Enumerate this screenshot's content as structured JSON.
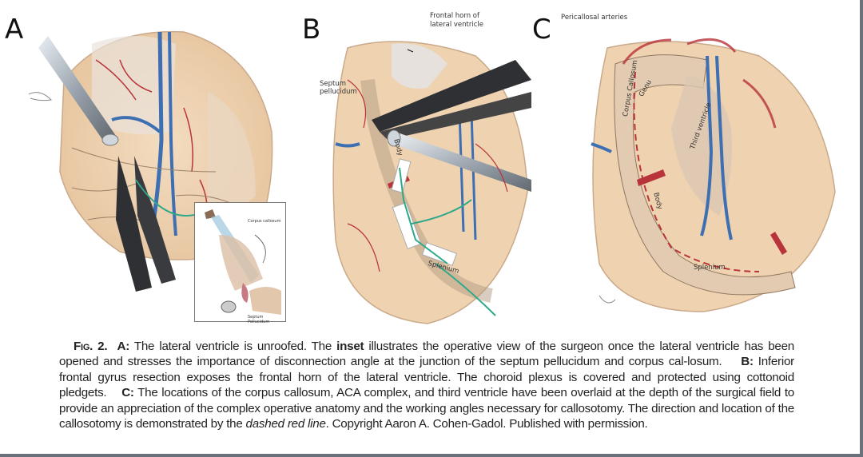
{
  "figure": {
    "panels": [
      {
        "letter": "A",
        "labels": []
      },
      {
        "letter": "B",
        "labels": [
          "Frontal horn of",
          "lateral ventricle",
          "Septum",
          "pellucidum",
          "Body",
          "Splenium"
        ]
      },
      {
        "letter": "C",
        "labels": [
          "Pericallosal arteries",
          "Corpus Callosum",
          "Genu",
          "Third ventricle",
          "Body",
          "Splenium"
        ]
      }
    ],
    "inset": {
      "labels": [
        "Corpus callosum",
        "Septum Pellucidum"
      ]
    }
  },
  "caption": {
    "fig_label": "Fig. 2.",
    "a_label": "A:",
    "a_text_1": " The lateral ventricle is unroofed. The ",
    "a_bold": "inset",
    "a_text_2": " illustrates the operative view of the surgeon once the lateral ventricle has been opened and stresses the importance of disconnection angle at the junction of the septum pellucidum and corpus cal-losum.",
    "b_label": "B:",
    "b_text": " Inferior frontal gyrus resection exposes the frontal horn of the lateral ventricle. The choroid plexus is covered and protected using cottonoid pledgets.",
    "c_label": "C:",
    "c_text_1": " The locations of the corpus callosum, ACA complex, and third ventricle have been overlaid at the depth of the surgical field to provide an appreciation of the complex operative anatomy and the working angles necessary for callosotomy. The direction and location of the callosotomy is demonstrated by the ",
    "c_italic": "dashed red line",
    "c_text_2": ". Copyright Aaron A. Cohen-Gadol. Published with permission."
  },
  "colors": {
    "brain": "#efd3b0",
    "vessel_red": "#b8333a",
    "vessel_blue": "#3d6fb2",
    "instrument_dark": "#2f3033",
    "pledget_green": "#2fa88a",
    "frame": "#6b717a"
  }
}
